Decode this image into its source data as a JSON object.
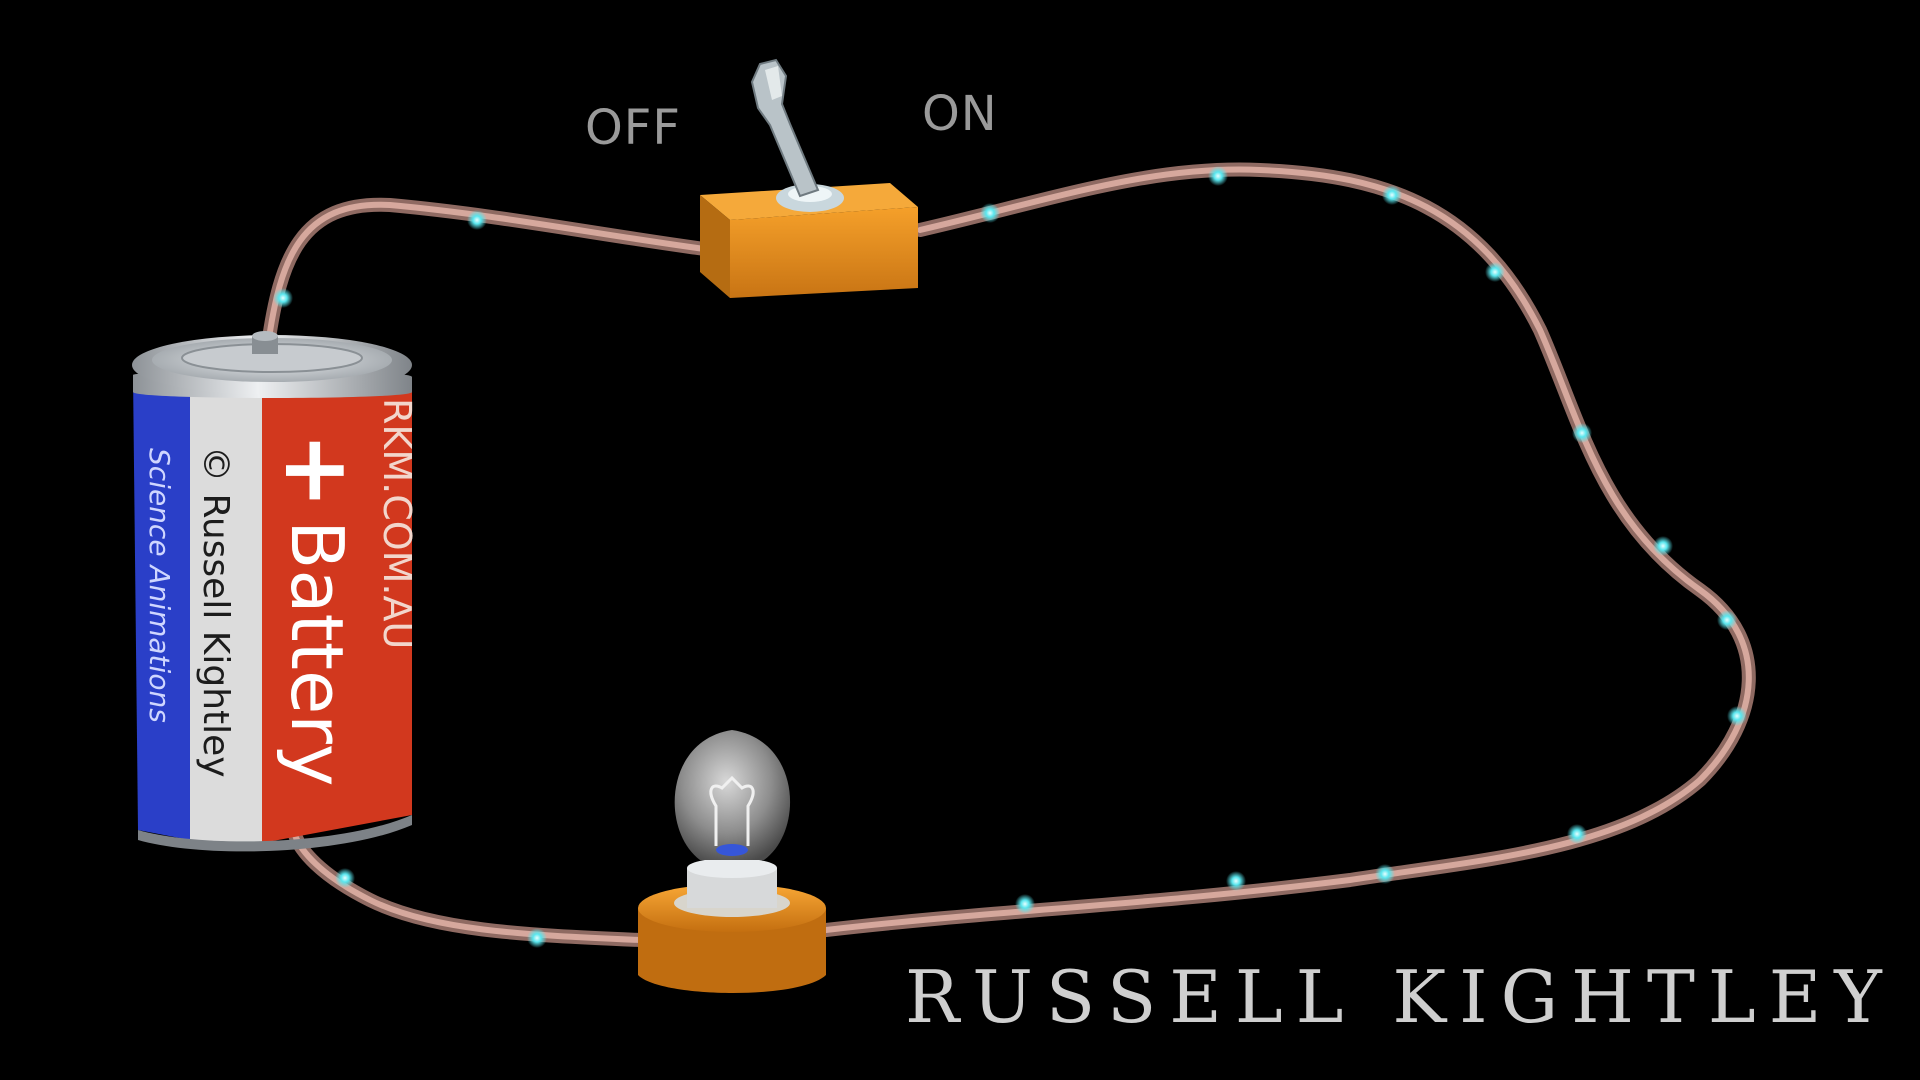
{
  "switch": {
    "off_label": "OFF",
    "on_label": "ON"
  },
  "battery": {
    "text_plus": "+",
    "text_battery": "Battery",
    "text_site": "RKM.COM.AU",
    "text_copyright": "© Russell Kightley",
    "text_science": "Science Animations",
    "colors": {
      "blue": "#2a3fc8",
      "white": "#dcdcdc",
      "red": "#d2381e",
      "silver": "#b8bcc0"
    }
  },
  "wire": {
    "color": "#d9a79a",
    "electron_color": "#59e6ee"
  },
  "holder_color": "#f0961e",
  "watermark": "RUSSELL KIGHTLEY"
}
